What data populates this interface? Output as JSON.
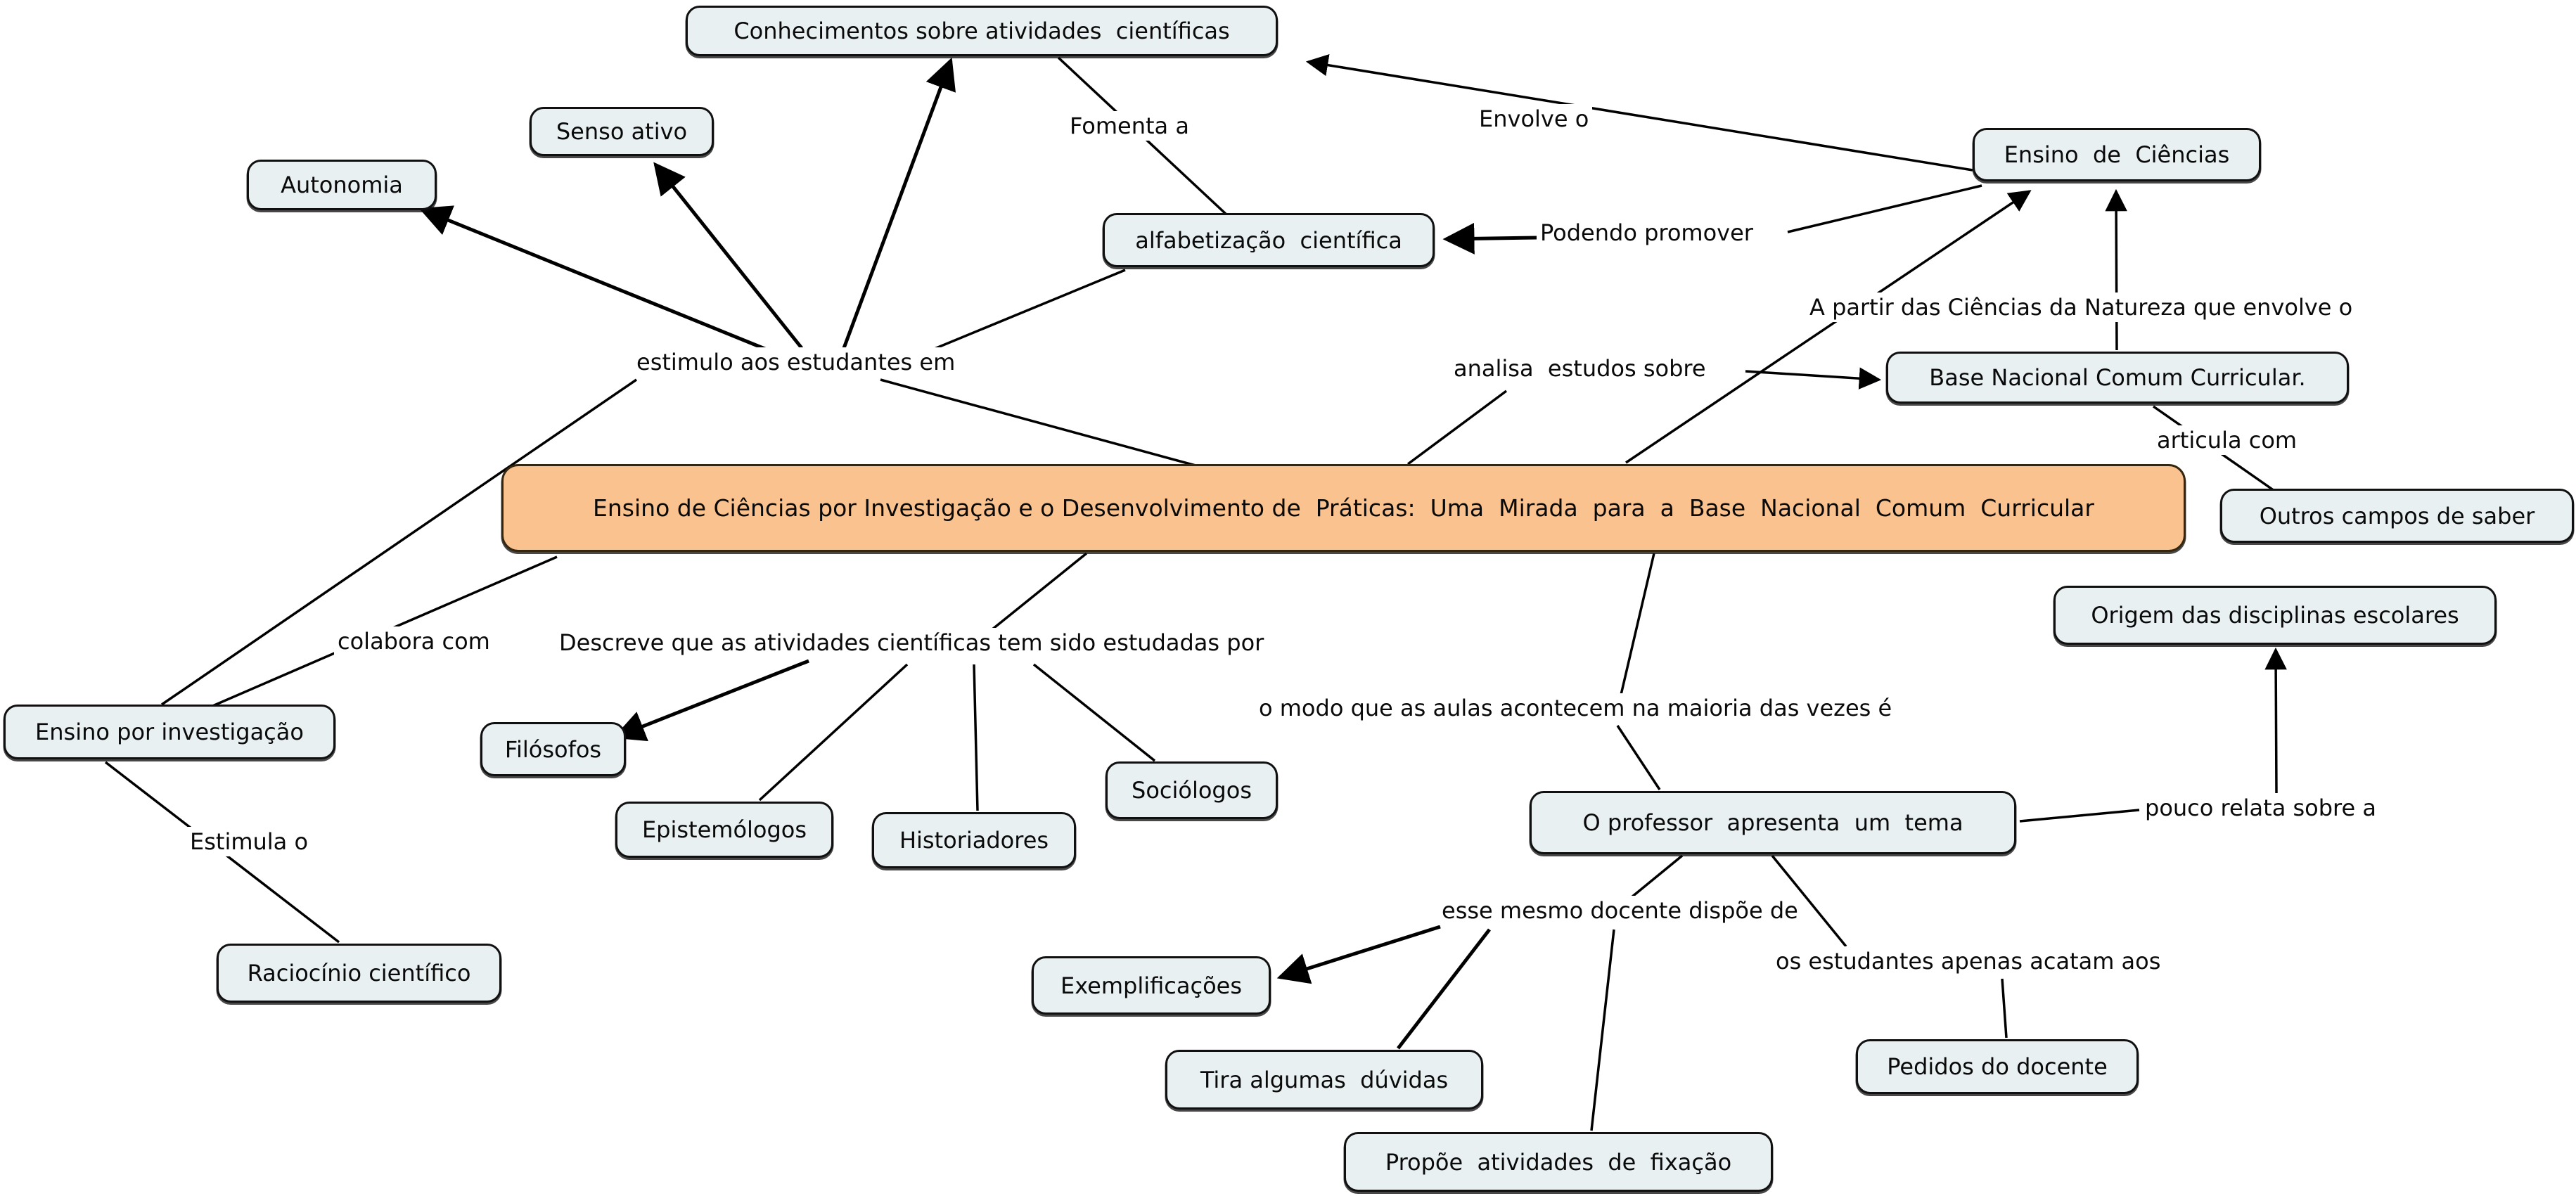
{
  "map": {
    "colors": {
      "canvas": "#FFFFFF",
      "node_fill": "#E8F0F2",
      "node_border": "#101010",
      "central_fill": "#F9C28E",
      "central_border": "#35260F",
      "line": "#000000"
    },
    "nodes": {
      "conhecimentos": {
        "label": "Conhecimentos sobre atividades  científicas"
      },
      "senso_ativo": {
        "label": "Senso ativo"
      },
      "autonomia": {
        "label": "Autonomia"
      },
      "ensino_ciencias": {
        "label": "Ensino  de  Ciências"
      },
      "alfabetizacao": {
        "label": "alfabetização  científica"
      },
      "base_nacional": {
        "label": "Base Nacional Comum Curricular."
      },
      "central": {
        "label": "Ensino de Ciências por Investigação e o Desenvolvimento de  Práticas:  Uma  Mirada  para  a  Base  Nacional  Comum  Curricular"
      },
      "outros_campos": {
        "label": "Outros campos de saber"
      },
      "origem": {
        "label": "Origem das disciplinas escolares"
      },
      "ensino_investigacao": {
        "label": "Ensino por investigação"
      },
      "filosofos": {
        "label": "Filósofos"
      },
      "epistemologos": {
        "label": "Epistemólogos"
      },
      "historiadores": {
        "label": "Historiadores"
      },
      "sociologos": {
        "label": "Sociólogos"
      },
      "professor_tema": {
        "label": "O professor  apresenta  um  tema"
      },
      "raciocinio": {
        "label": "Raciocínio científico"
      },
      "exemplificacoes": {
        "label": "Exemplificações"
      },
      "tira_duvidas": {
        "label": "Tira algumas  dúvidas"
      },
      "propoe_atividades": {
        "label": "Propõe  atividades  de  fixação"
      },
      "pedidos_docente": {
        "label": "Pedidos do docente"
      }
    },
    "edge_labels": {
      "fomenta": {
        "text": "Fomenta a"
      },
      "envolve": {
        "text": "Envolve o"
      },
      "podendo": {
        "text": "Podendo promover"
      },
      "a_partir": {
        "text": "A partir das Ciências da Natureza que envolve o"
      },
      "estimulo": {
        "text": "estimulo aos estudantes em"
      },
      "analisa": {
        "text": "analisa  estudos sobre"
      },
      "articula": {
        "text": "articula com"
      },
      "colabora": {
        "text": "colabora com"
      },
      "descreve": {
        "text": "Descreve que as atividades científicas tem sido estudadas por"
      },
      "o_modo": {
        "text": "o modo que as aulas acontecem na maioria das vezes é"
      },
      "pouco_relata": {
        "text": "pouco relata sobre a"
      },
      "estimula_o": {
        "text": "Estimula o"
      },
      "esse_mesmo": {
        "text": "esse mesmo docente dispõe de"
      },
      "os_estudantes": {
        "text": "os estudantes apenas acatam aos"
      }
    }
  }
}
